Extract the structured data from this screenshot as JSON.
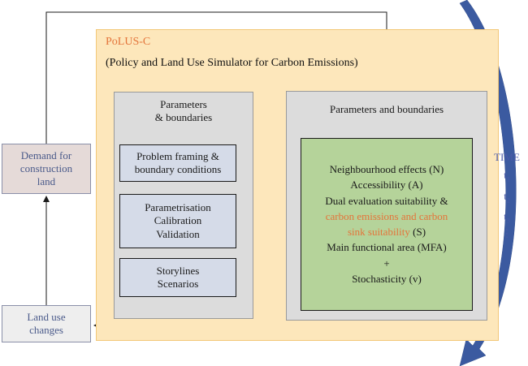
{
  "polus": {
    "title": "PoLUS-C",
    "subtitle": "(Policy and Land Use Simulator for Carbon Emissions)"
  },
  "left_panel": {
    "title_line1": "Parameters",
    "title_line2": "& boundaries",
    "boxes": [
      {
        "lines": [
          "Problem framing &",
          "boundary conditions"
        ]
      },
      {
        "lines": [
          "Parametrisation",
          "Calibration",
          "Validation"
        ]
      },
      {
        "lines": [
          "Storylines",
          "Scenarios"
        ]
      }
    ]
  },
  "right_panel": {
    "title": "Parameters and boundaries"
  },
  "model": {
    "line1": "Neighbourhood effects (N)",
    "line2": "Accessibility (A)",
    "line3": "Dual evaluation suitability &",
    "line4_orange": "carbon emissions and carbon",
    "line5_orange": "sink suitability",
    "line5_suffix": " (S)",
    "line6": "Main functional area (MFA)",
    "line7": "+",
    "line8": "Stochasticity (v)"
  },
  "demand_box": {
    "line1": "Demand for",
    "line2": "construction",
    "line3": "land"
  },
  "land_use_box": {
    "line1": "Land use",
    "line2": "changes"
  },
  "time": {
    "label": "TIME",
    "steps": [
      {
        "base": "t",
        "sub": "1"
      },
      {
        "base": "t",
        "sub": "2"
      },
      {
        "base": "t",
        "sub": "3"
      }
    ],
    "ellipsis": "⋮"
  },
  "colors": {
    "accent_orange": "#e4743a",
    "time_blue": "#4a5aa8",
    "time_arrow": "#3b5aa0",
    "panel_fill": "#fde7bb",
    "model_fill": "#b5d39a"
  }
}
